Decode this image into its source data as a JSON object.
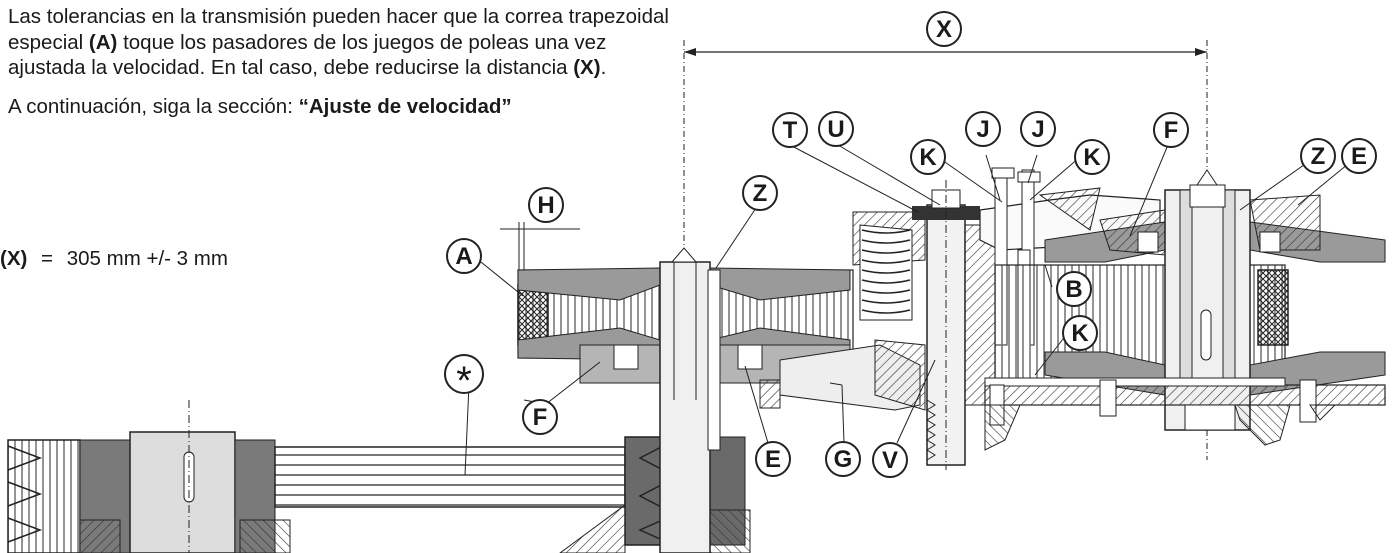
{
  "text": {
    "para1": {
      "t1": "Las tolerancias en la transmisión pueden hacer que la correa trapezoidal especial ",
      "ref1": "(A)",
      "t2": " toque los pasadores de los juegos de poleas una vez ajustada la velocidad. En tal caso, debe reducirse la distancia ",
      "ref2": "(X)",
      "t3": "."
    },
    "para2": {
      "t1": "A continuación, siga la sección: ",
      "section": "“Ajuste de velocidad”"
    }
  },
  "tolerance": {
    "symbol": "(X)",
    "equals": "=",
    "value": "305 mm +/- 3 mm"
  },
  "callouts": {
    "X": "X",
    "H": "H",
    "A": "A",
    "star": "*",
    "F_left": "F",
    "Z_left": "Z",
    "E_bottom": "E",
    "G": "G",
    "V": "V",
    "T": "T",
    "U": "U",
    "K_left": "K",
    "J_left": "J",
    "J_right": "J",
    "K_right": "K",
    "F_right": "F",
    "B": "B",
    "K_lower": "K",
    "Z_right": "Z",
    "E_right": "E"
  }
}
